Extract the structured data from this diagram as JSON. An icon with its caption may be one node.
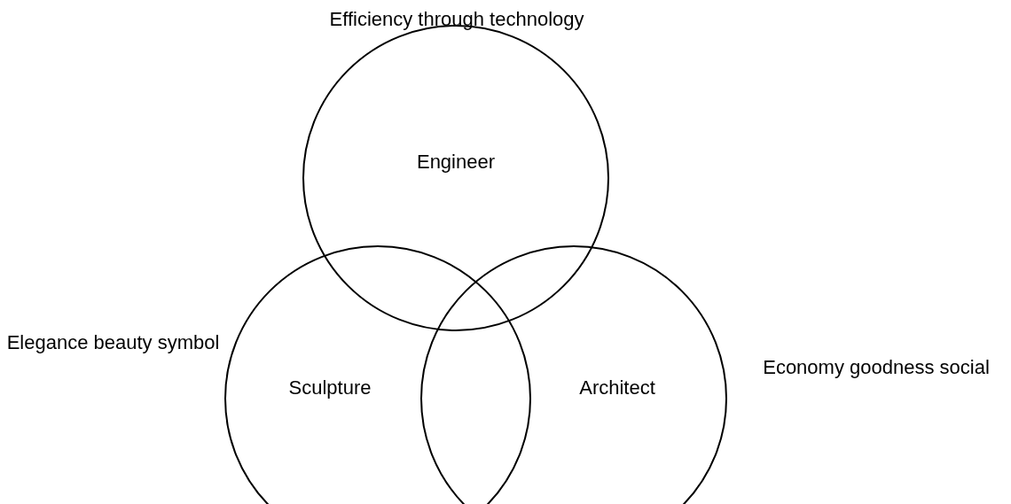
{
  "diagram": {
    "nodes": [
      {
        "text": [
          "Engineer"
        ],
        "beside": [
          "Efficiency through technology"
        ]
      },
      {
        "text": [
          "Sculpture"
        ],
        "beside": [
          "Elegance beauty symbol"
        ]
      },
      {
        "text": [
          "Architect"
        ],
        "beside": [
          "Economy goodness social"
        ]
      }
    ]
  }
}
